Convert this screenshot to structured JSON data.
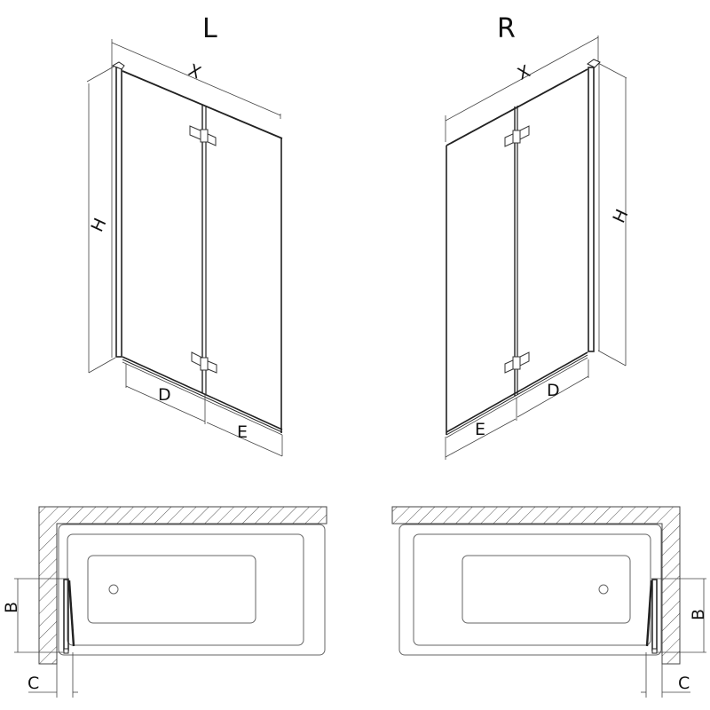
{
  "diagram": {
    "title_left": "L",
    "title_right": "R",
    "left_view": {
      "width_label": "X",
      "height_label": "H",
      "panel_label_d": "D",
      "panel_label_e": "E"
    },
    "right_view": {
      "width_label": "X",
      "height_label": "H",
      "panel_label_d": "D",
      "panel_label_e": "E"
    },
    "plan_left": {
      "depth_label": "B",
      "offset_label": "C"
    },
    "plan_right": {
      "depth_label": "B",
      "offset_label": "C"
    }
  },
  "colors": {
    "line": "#222222",
    "thin": "#444444",
    "hatch": "#555555",
    "background": "#ffffff"
  }
}
